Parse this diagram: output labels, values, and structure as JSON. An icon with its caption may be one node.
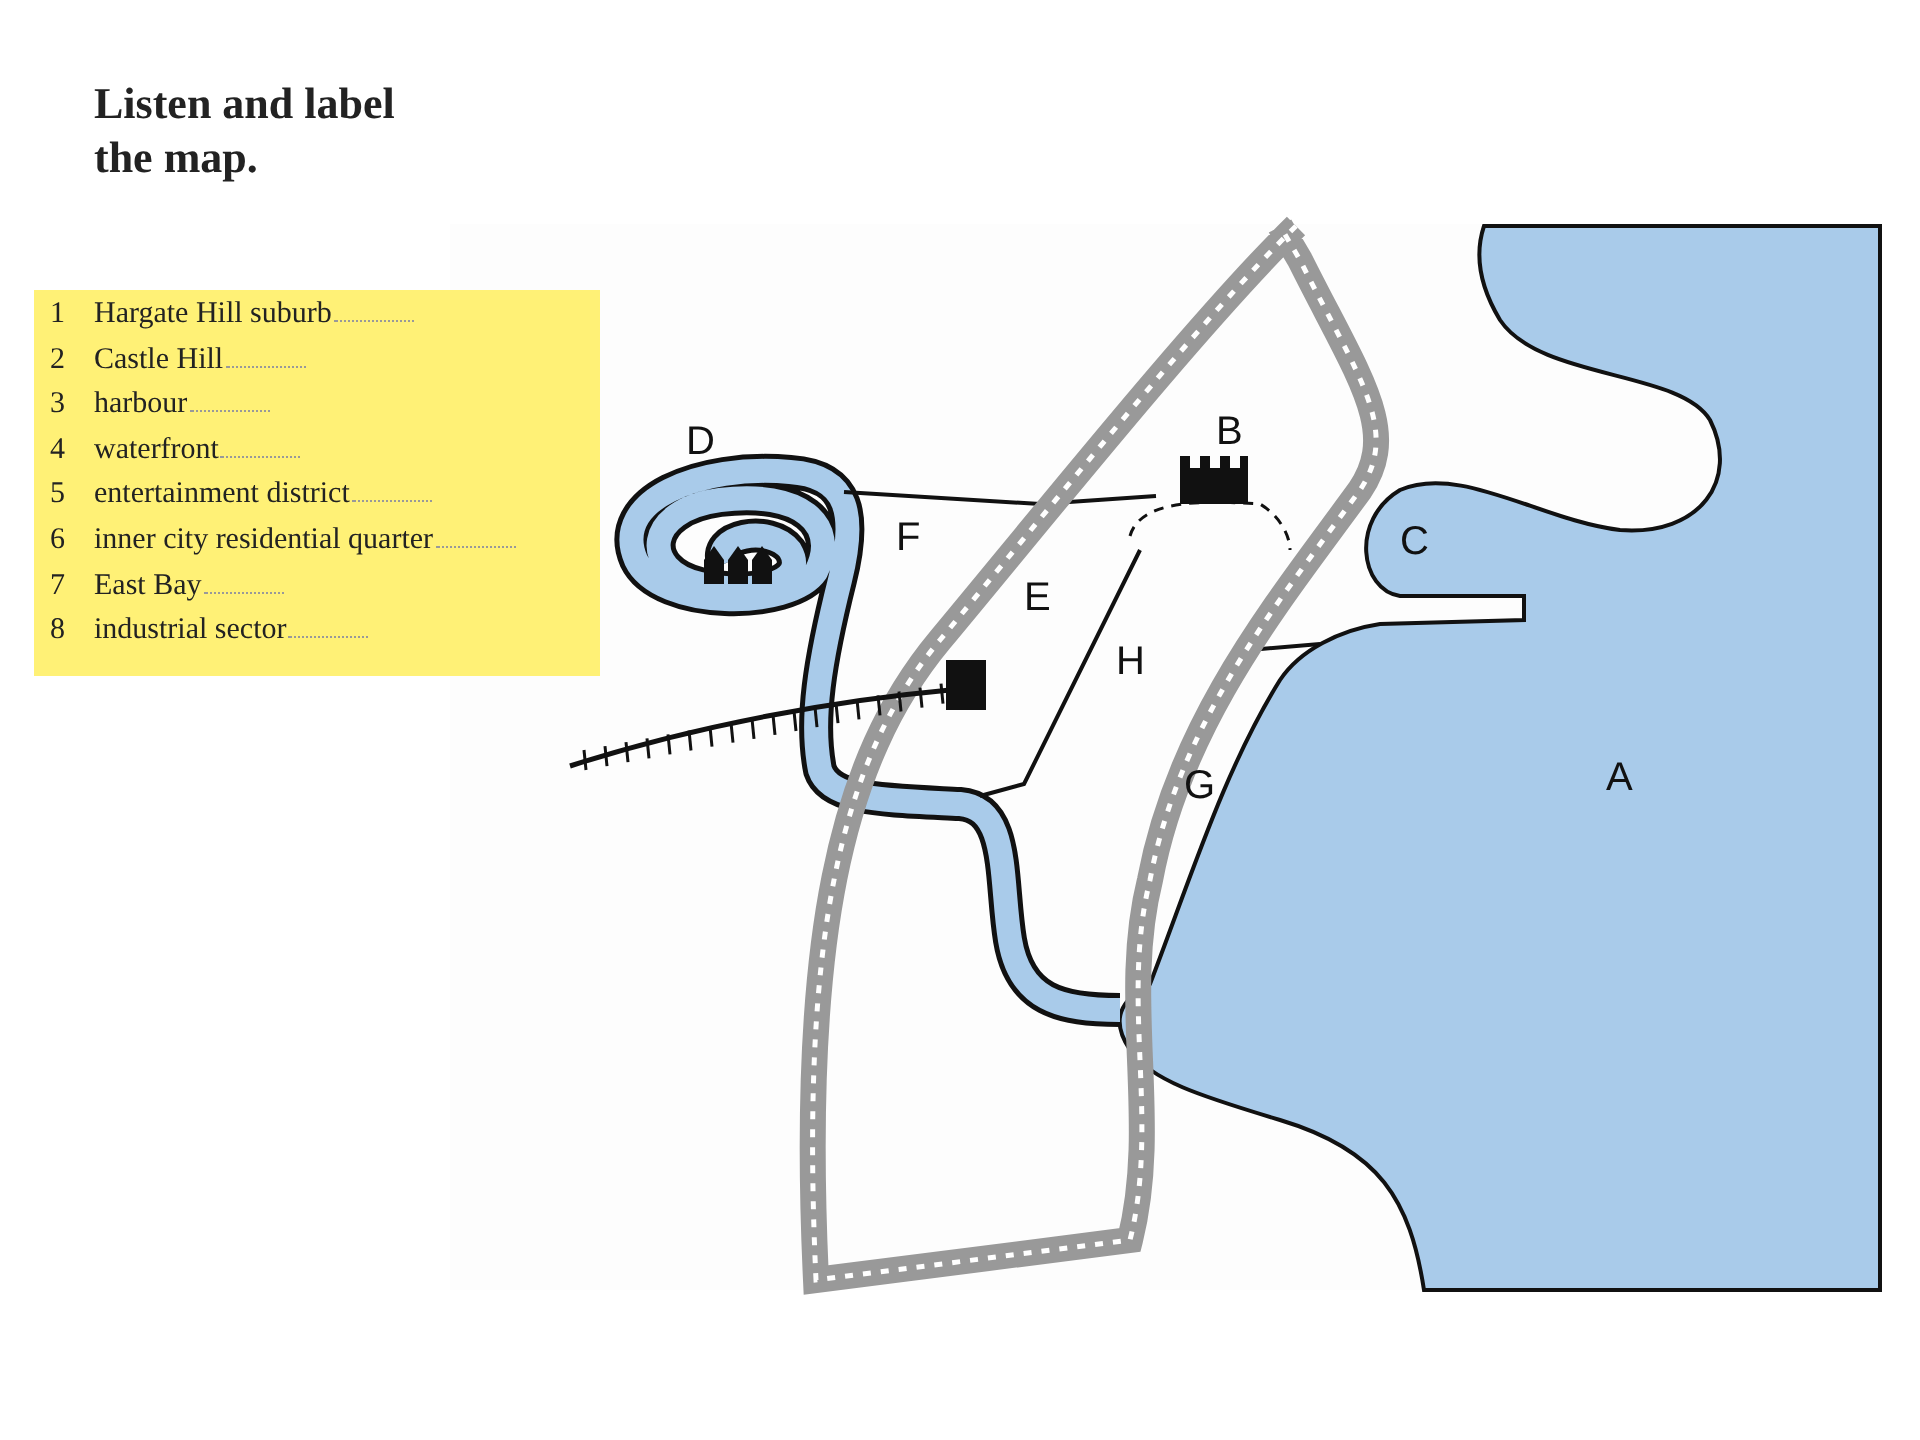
{
  "diagram": {
    "title": "Listen and label the map.",
    "labels": [
      "1",
      "Hargate Hill suburb",
      "2",
      "Castle Hill",
      "3",
      "harbour",
      "4",
      "waterfront",
      "5",
      "entertainment district",
      "6",
      "inner city residential quarter",
      "7",
      "East Bay",
      "8",
      "industrial sector",
      "D",
      "B",
      "F",
      "C",
      "E",
      "H",
      "G",
      "A"
    ]
  }
}
